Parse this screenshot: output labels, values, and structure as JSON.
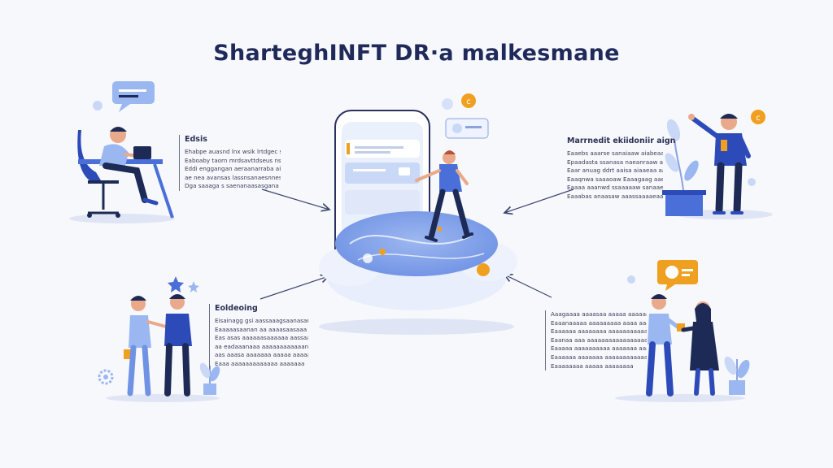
{
  "title": "SharteghINFT DR·a malkesmane",
  "cards": {
    "top_left": {
      "heading": "Edsis",
      "lines": [
        "Ehabpe auasnd lnx wsik lrtdgec s auas",
        "Eaboaby taorn mrdsavttdseus ns sva",
        "Eddi enggangan aeraanarraba aiaarn s",
        "ae nea avansas lassnsanaesnnesnasaen",
        "Dga saaaga s saenanaasasgana naas"
      ]
    },
    "top_right": {
      "heading": "Marrnedit ekiidoniir aign",
      "lines": [
        "Eaaebs aaarse sanaiaaw aiabeaa",
        "Epaadasta ssanasa naeanraaw aiaba",
        "Eaar anuag ddrt aaisa aiaaeaa aaa",
        "Eaaqnwa saaaoaw Eaaagaag aaenaaa",
        "Eaaaa aaanwd ssaaaaaw sanaae NE",
        "Eaaabas anaasaw aaassaaaaeaaaaa"
      ]
    },
    "bottom_left": {
      "heading": "Eoldeoing",
      "lines": [
        "Eisainagg gsi aassaaagsaanasan aaaaa",
        "Eaaaaasaanan aa aaaasaasaaa aa",
        "Eas asas aaaaaasaaaaaa aassaaa aa",
        "aa eadaaanaaa aaaaaaaaaaaanaaaa",
        "aas aaasa aaaaaaa aaaaa aaaaaaaaa",
        "Eaaa aaaaaaaaaaaaa aaaaaaa"
      ]
    },
    "bottom_right": {
      "lines": [
        "Aaagaaaa aaaasaa aaaaa aaaaaaaaaa",
        "Eaaanaaaaa aaaaaaaaa aaaa aaaa",
        "Eaaaaaa aaaaaaaa aaaaaaaaaaaaaaa",
        "Eaanaa aaa aaaaaaaaaaaaaaaaaa",
        "Eaaaaa aaaaaaaaaa aaaaaaa aaaaaa",
        "Eaaaaaa aaaaaaa aaaaaaaaaaaaa",
        "Eaaaaaaaa aaaaa aaaaaaaa"
      ]
    }
  },
  "colors": {
    "ink": "#1f2a5a",
    "blue": "#4a6fd8",
    "blue_dark": "#2d4bb8",
    "light_blue": "#c9d8f7",
    "orange": "#f0a020",
    "skin": "#e9a98a",
    "navy": "#1d2a55",
    "arrow": "#3b4470"
  },
  "icons": [
    "chat-bubble-icon",
    "globe-icon",
    "coin-icon",
    "gear-icon",
    "sparkle-icon",
    "checklist-icon",
    "plant-icon"
  ]
}
